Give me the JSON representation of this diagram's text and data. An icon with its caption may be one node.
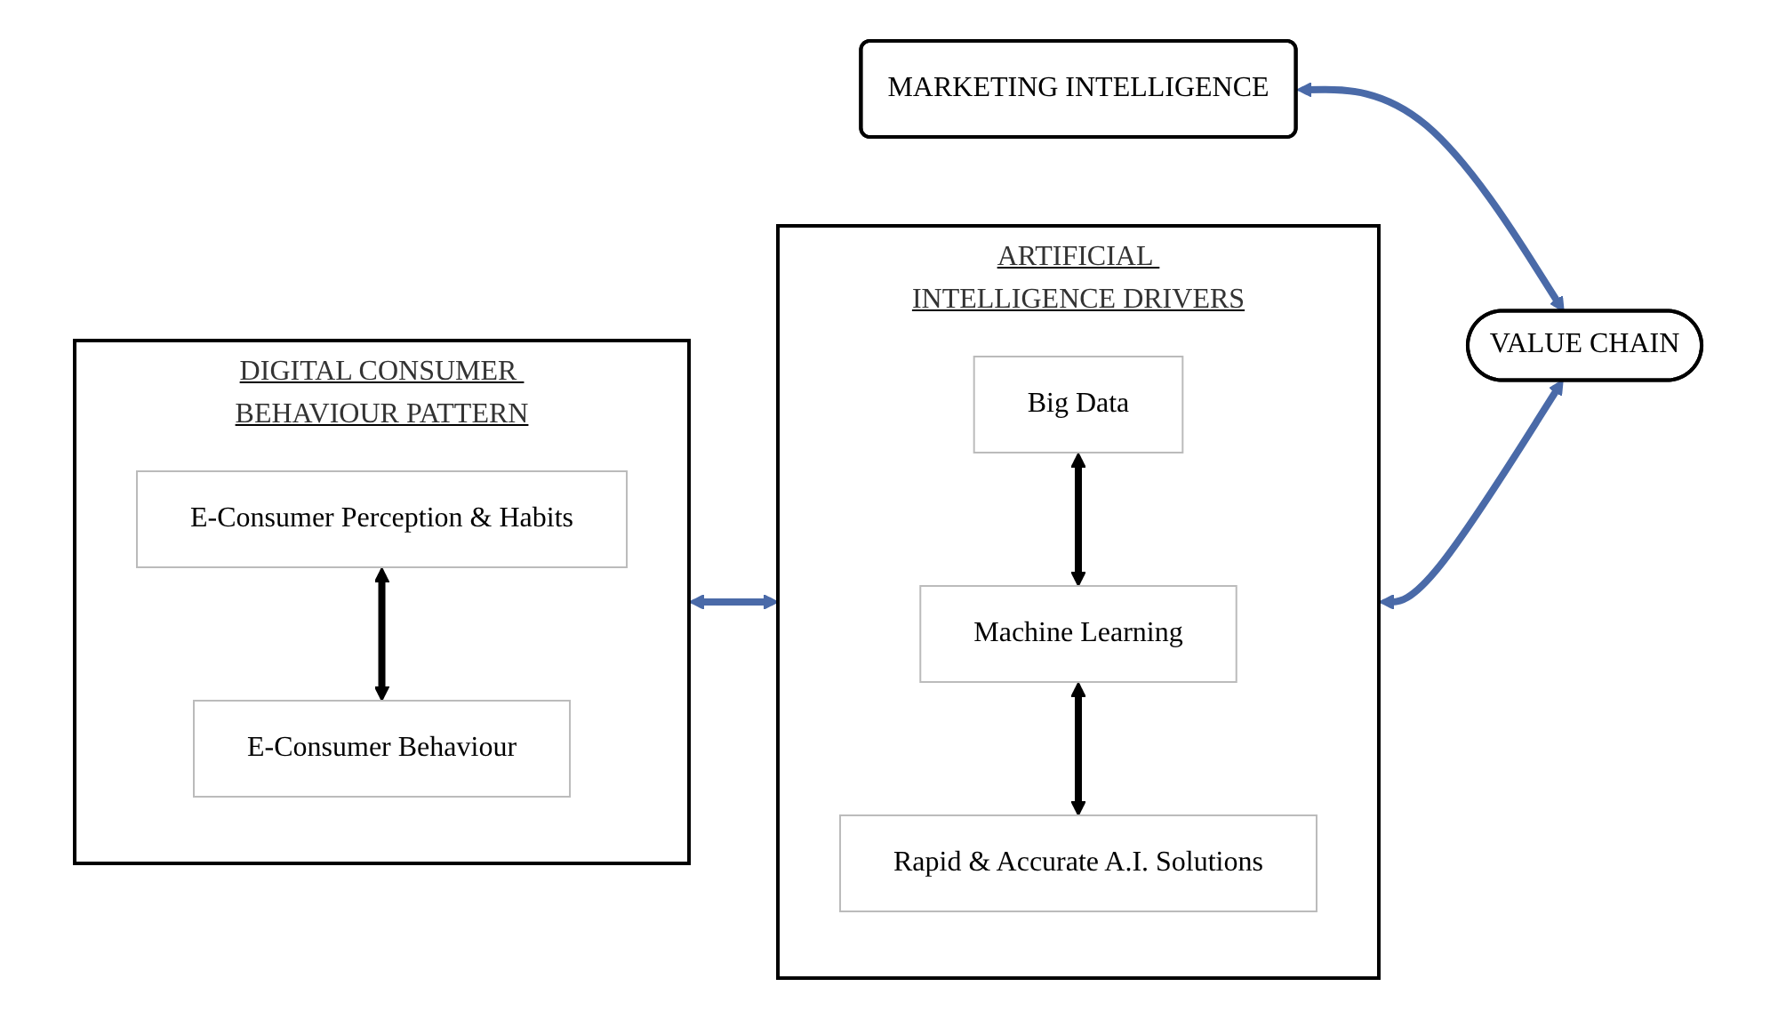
{
  "diagram": {
    "nodes": [
      {
        "text": [
          "MARKETING INTELLIGENCE"
        ]
      },
      {
        "text": [
          "DIGITAL CONSUMER BEHAVIOUR PATTERN"
        ]
      },
      {
        "text": [
          "E-Consumer Perception & Habits"
        ],
        "in": 1
      },
      {
        "text": [
          "E-Consumer Behaviour"
        ],
        "in": 1
      },
      {
        "text": [
          "ARTIFICIAL INTELLIGENCE DRIVERS"
        ]
      },
      {
        "text": [
          "Big Data"
        ],
        "in": 4
      },
      {
        "text": [
          "Machine Learning"
        ],
        "in": 4
      },
      {
        "text": [
          "Rapid & Accurate A.I. Solutions"
        ],
        "in": 4
      },
      {
        "text": [
          "VALUE CHAIN"
        ]
      }
    ],
    "edges": [
      {
        "from": 2,
        "to": 3,
        "arrow": "both"
      },
      {
        "from": 1,
        "to": 4,
        "arrow": "both",
        "color": "#4a6aa8"
      },
      {
        "from": 5,
        "to": 6,
        "arrow": "both"
      },
      {
        "from": 6,
        "to": 7,
        "arrow": "both"
      },
      {
        "from": 4,
        "to": 8,
        "arrow": "both",
        "color": "#4a6aa8"
      },
      {
        "from": 0,
        "to": 8,
        "arrow": "both",
        "color": "#4a6aa8"
      }
    ]
  }
}
